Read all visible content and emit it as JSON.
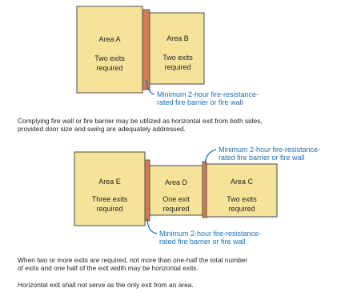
{
  "diagram_top": {
    "area_a": {
      "name": "Area A",
      "line1": "Two exits",
      "line2": "required"
    },
    "area_b": {
      "name": "Area B",
      "line1": "Two exits",
      "line2": "required"
    },
    "note": {
      "line1": "Minimum 2-hour fire-resistance-",
      "line2": "rated fire barrier or fire wall"
    },
    "caption": {
      "line1": "Complying fire wall or fire barrier may be utilized as horizontal exit from both sides,",
      "line2": "provided door size and swing are adequately addressed."
    }
  },
  "diagram_bottom": {
    "area_e": {
      "name": "Area E",
      "line1": "Three exits",
      "line2": "required"
    },
    "area_d": {
      "name": "Area D",
      "line1": "One exit",
      "line2": "required"
    },
    "area_c": {
      "name": "Area C",
      "line1": "Two exits",
      "line2": "required"
    },
    "note_top": {
      "line1": "Minimum 2-hour fire-resistance-",
      "line2": "rated fire barrier or fire wall"
    },
    "note_bottom": {
      "line1": "Minimum 2-hour fire-resistance-",
      "line2": "rated fire barrier or fire wall"
    },
    "caption": {
      "line1": "When two or more exits are required, not more than one-half the total number",
      "line2": "of exits and one half of the exit width may be horizontal exits.",
      "line3": "Horizontal exit shall not serve as the only exit from an area."
    }
  },
  "colors": {
    "area_fill": "#f6e39a",
    "wall_fill": "#d27a52",
    "leader": "#1f6fb3"
  }
}
